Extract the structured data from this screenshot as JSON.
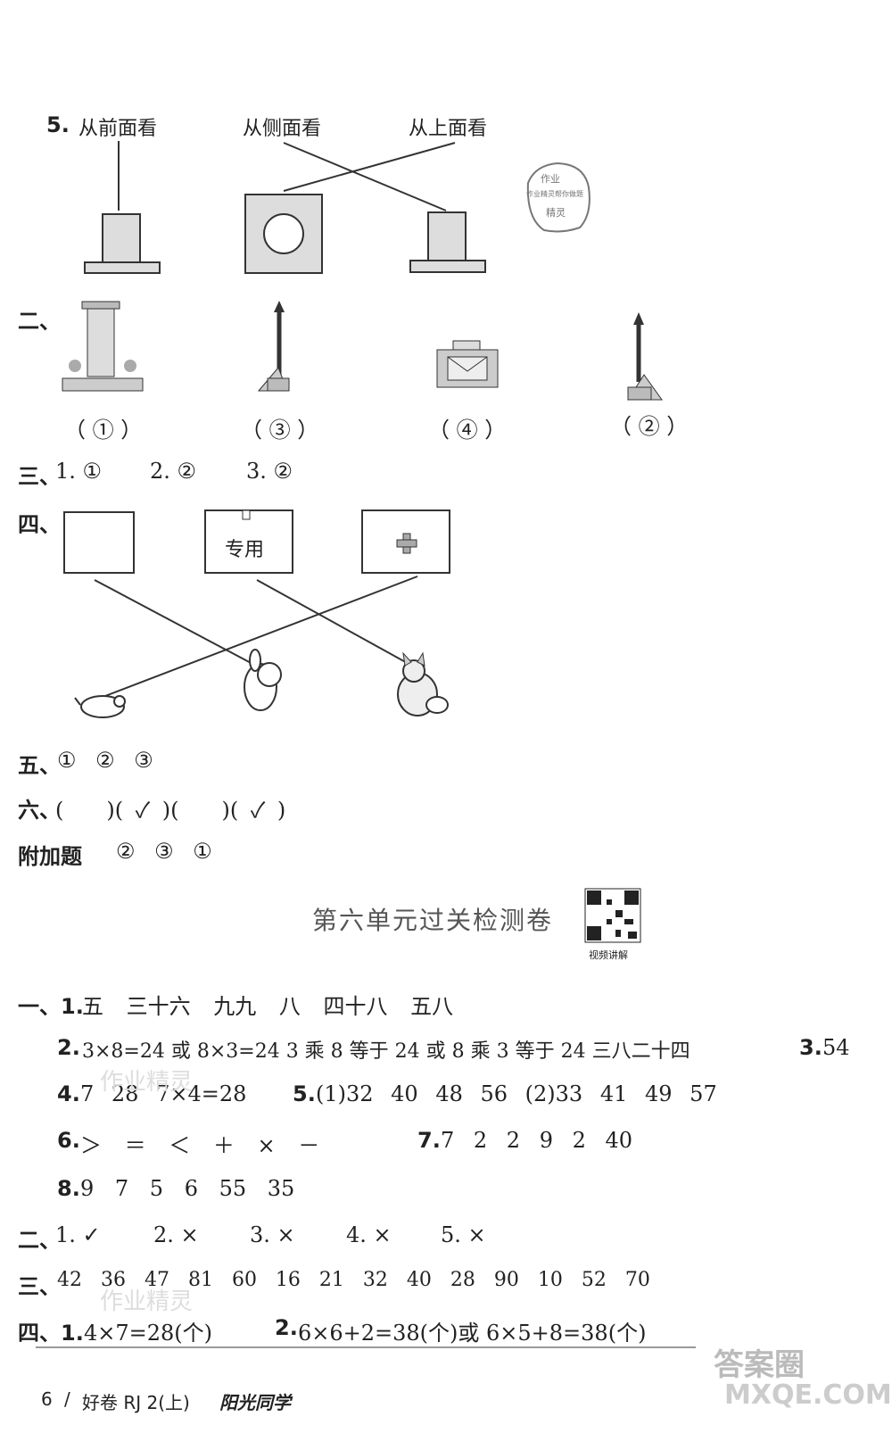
{
  "sec5": {
    "num": "5.",
    "front": "从前面看",
    "side": "从侧面看",
    "top": "从上面看"
  },
  "stamp": {
    "l1": "作业",
    "l2": "作业精灵帮你做题",
    "l3": "精灵"
  },
  "sec2": {
    "label": "二、",
    "ans": [
      "（ ① ）",
      "（ ③ ）",
      "（ ④ ）",
      "（ ② ）"
    ]
  },
  "sec3": {
    "label": "三、",
    "a1": "1. ①",
    "a2": "2. ②",
    "a3": "3. ②"
  },
  "sec4": {
    "label": "四、",
    "sign": "专用"
  },
  "sec5b": {
    "label": "五、",
    "ans": "① ② ③"
  },
  "sec6": {
    "label": "六、",
    "ans": "(　　)( ✓ )(　　)( ✓ )"
  },
  "extra": {
    "label": "附加题",
    "ans": "② ③ ①"
  },
  "unit": {
    "title": "第六单元过关检测卷",
    "qr_caption": "视频讲解"
  },
  "p1": {
    "l1": {
      "num": "一、1.",
      "text": "五 三十六 九九 八 四十八 五八"
    },
    "l2": {
      "num": "2.",
      "text": "3×8=24 或 8×3=24 3 乘 8 等于 24 或 8 乘 3 等于 24 三八二十四",
      "num3": "3.",
      "text3": "54"
    },
    "l3": {
      "num": "4.",
      "text": "7 28 7×4=28",
      "num5": "5.",
      "text5": "(1)32 40 48 56 (2)33 41 49 57"
    },
    "l4": {
      "num": "6.",
      "text": "＞ ＝ ＜ ＋ × －",
      "num7": "7.",
      "text7": "7 2 2 9 2 40"
    },
    "l5": {
      "num": "8.",
      "text": "9 7 5 6 55 35"
    }
  },
  "p2": {
    "label": "二、",
    "items": [
      "1. ✓",
      "2. ×",
      "3. ×",
      "4. ×",
      "5. ×"
    ]
  },
  "p3": {
    "label": "三、",
    "text": "42 36 47 81 60 16 21 32 40 28 90 10 52 70"
  },
  "p4": {
    "label": "四、1.",
    "t1": "4×7=28(个)",
    "n2": "2.",
    "t2": "6×6+2=38(个)或 6×5+8=38(个)"
  },
  "footer": {
    "page": "6",
    "book": "好卷 RJ 2(上)",
    "brand": "阳光同学"
  },
  "watermark": {
    "a": "作业精灵",
    "b": "答案圈",
    "c": "MXQE.COM"
  }
}
